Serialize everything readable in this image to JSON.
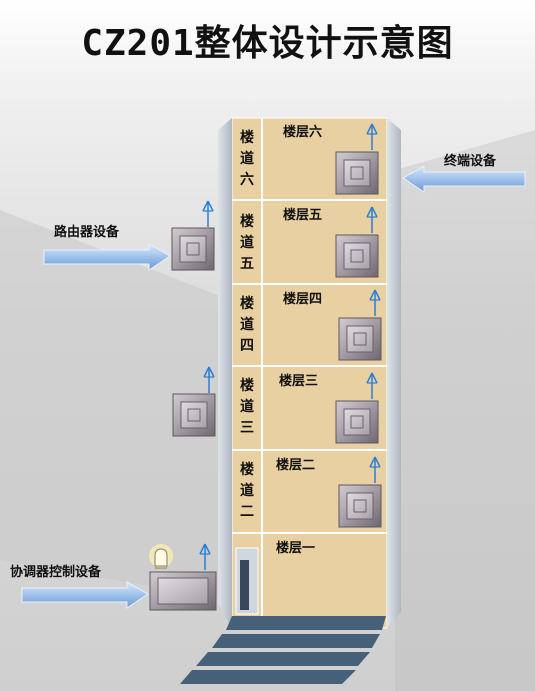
{
  "title": "CZ201整体设计示意图",
  "devices": {
    "terminal": "终端设备",
    "router": "路由器设备",
    "coordinator": "协调器控制设备"
  },
  "stairs": [
    "楼道六",
    "楼道五",
    "楼道四",
    "楼道三",
    "楼道二"
  ],
  "floors": [
    "楼层六",
    "楼层五",
    "楼层四",
    "楼层三",
    "楼层二",
    "楼层一"
  ],
  "colors": {
    "building": "#e8d0a2",
    "building_side": "#c9cfd6",
    "device": "#a29aa1",
    "arrow": "#a8c8ee",
    "stairs": "#46607a"
  }
}
